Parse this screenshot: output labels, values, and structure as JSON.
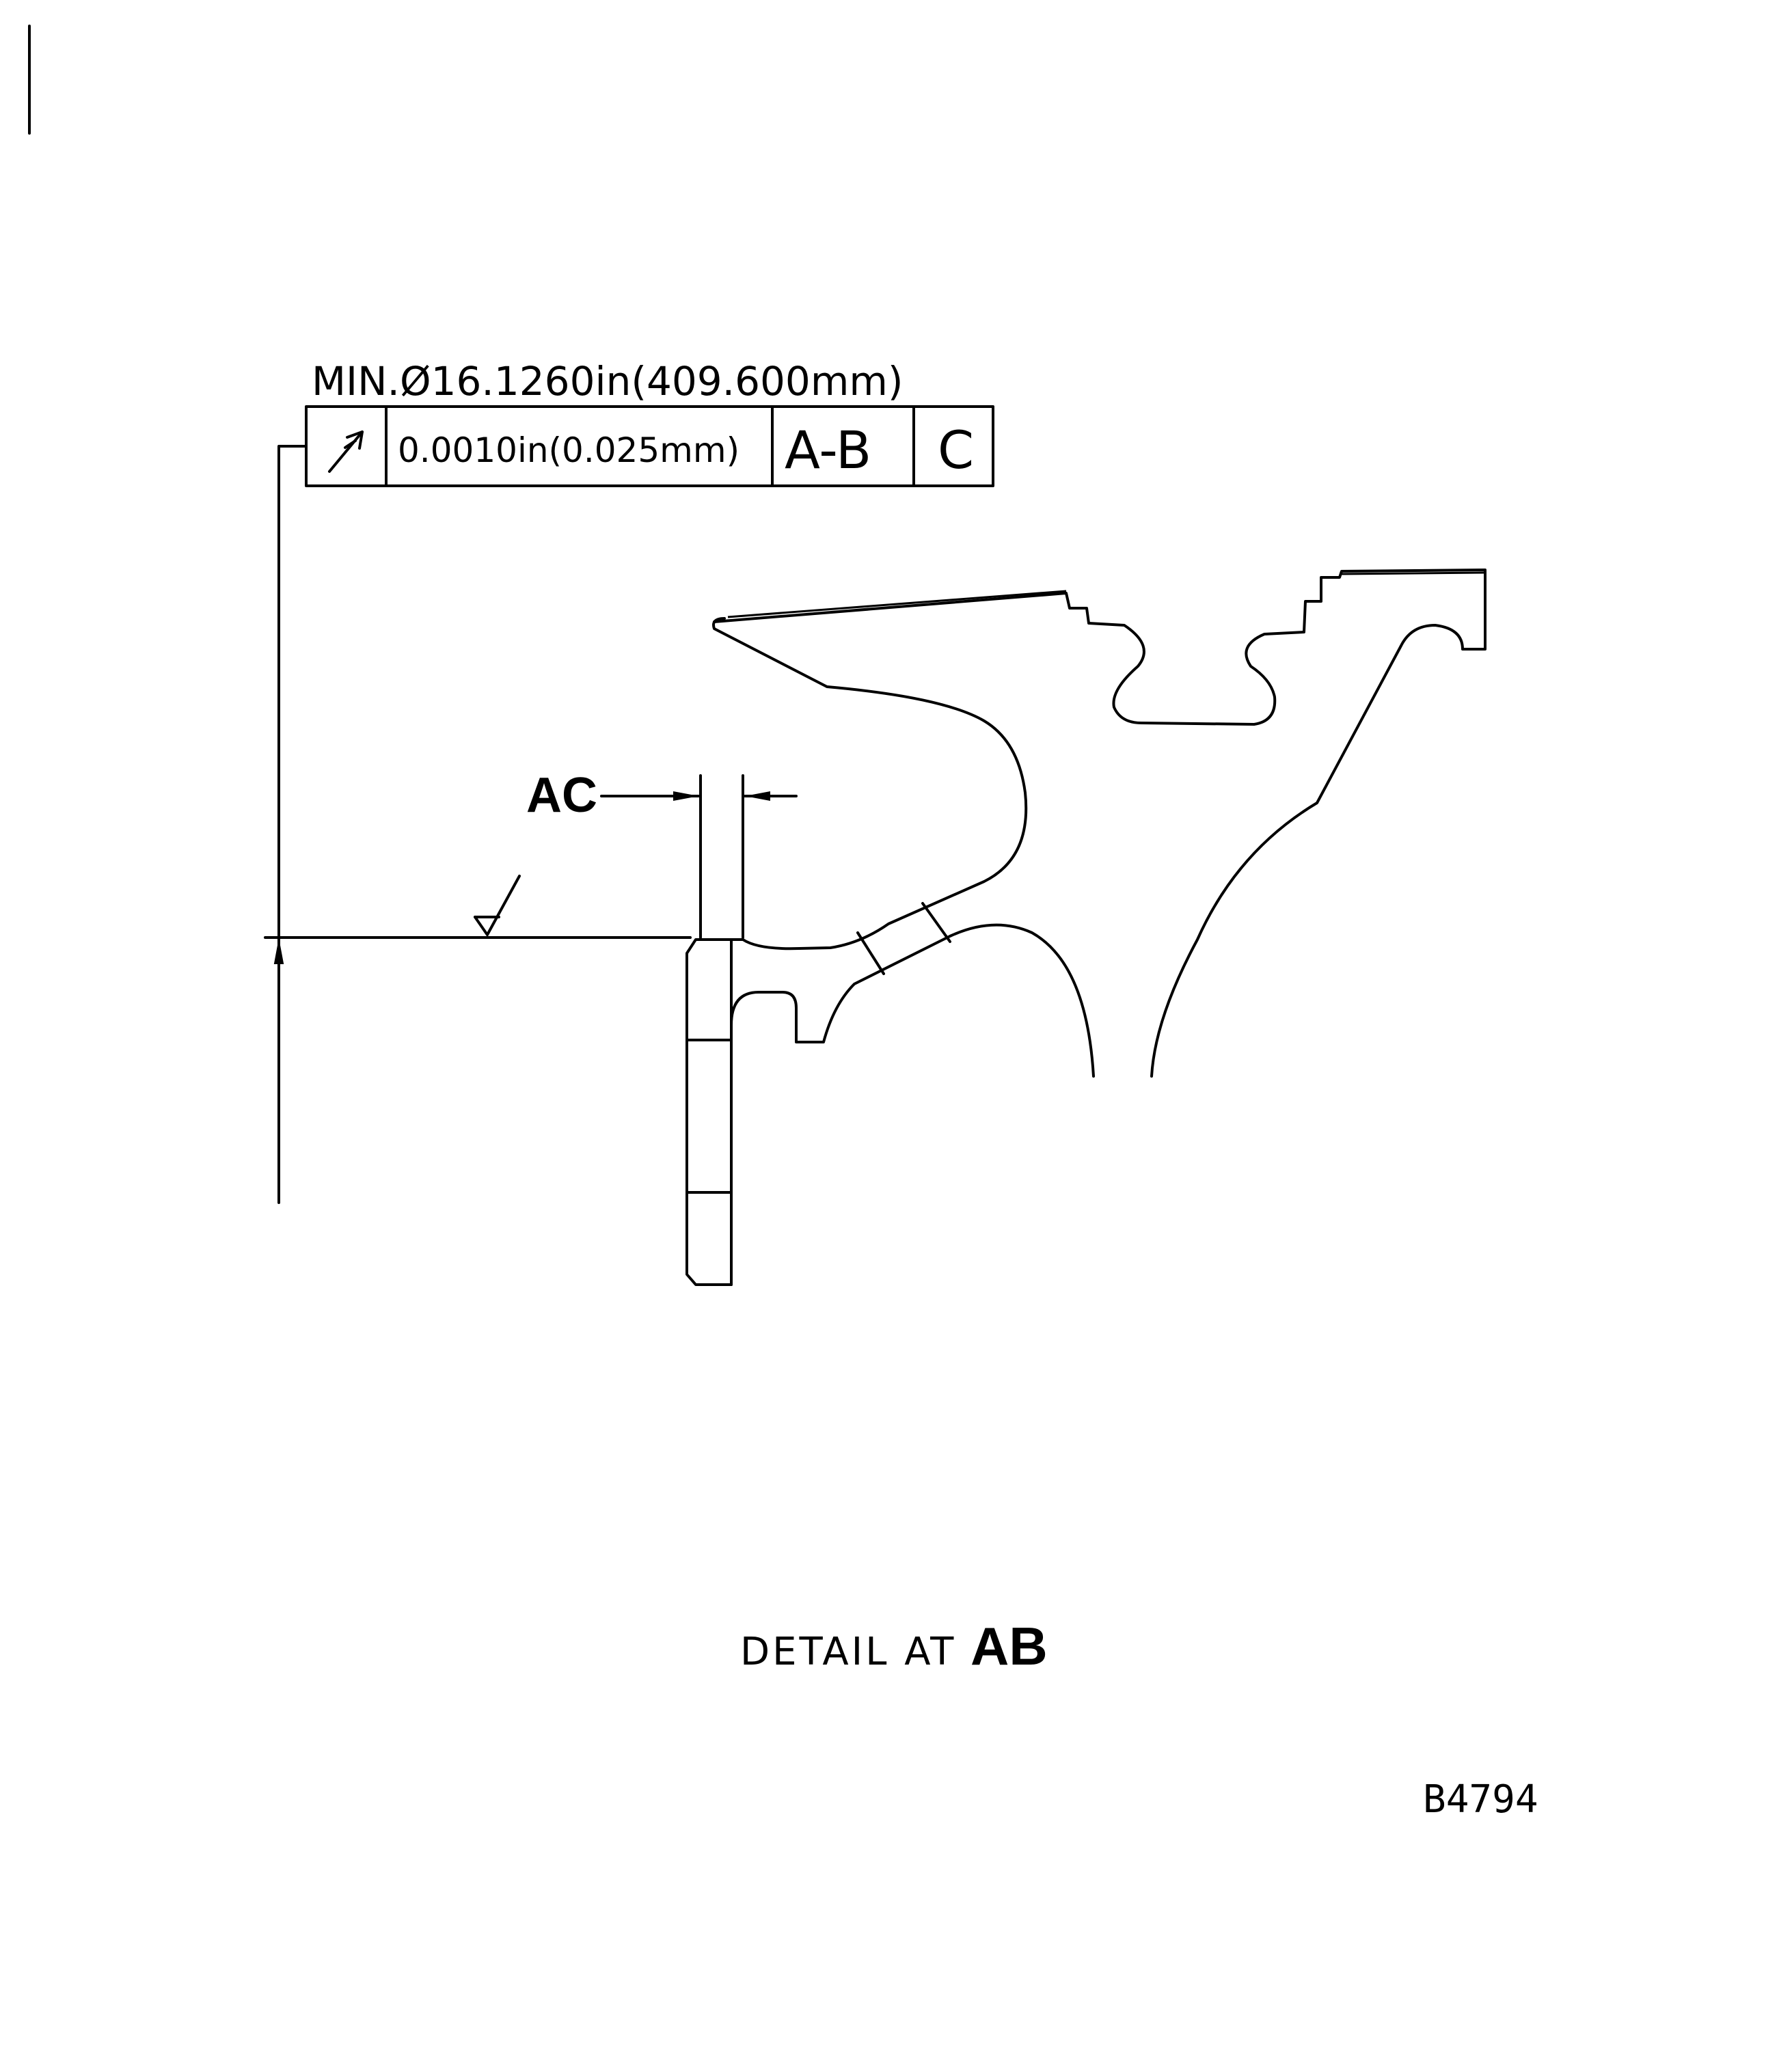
{
  "min_diameter_note": "MIN.Ø16.1260in(409.600mm)",
  "fcf": {
    "symbol": "runout-icon",
    "tolerance": "0.0010in(0.025mm)",
    "datum_primary": "A-B",
    "datum_secondary": "C"
  },
  "callout_ac": "AC",
  "caption": {
    "prefix": "DETAIL AT",
    "ref": "AB"
  },
  "figure_id": "B4794"
}
